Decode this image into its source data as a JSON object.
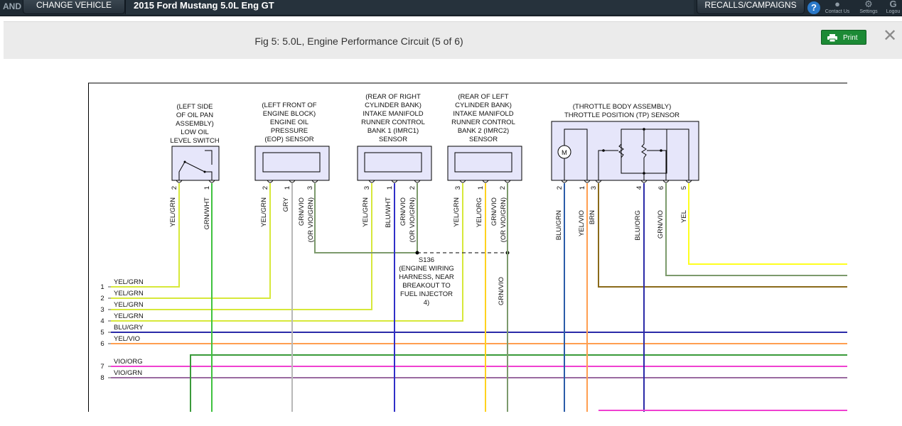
{
  "topbar": {
    "brand_fragment": "AND",
    "change_vehicle_label": "CHANGE VEHICLE",
    "vehicle_name": "2015 Ford Mustang 5.0L Eng GT",
    "recalls_label": "RECALLS/CAMPAIGNS",
    "help_label": "?",
    "contact_label": "Contact Us",
    "settings_label": "Settings",
    "logout_label": "Logou"
  },
  "figure": {
    "title": "Fig 5: 5.0L, Engine Performance Circuit (5 of 6)",
    "print_label": "Print",
    "close_label": "✕"
  },
  "diagram": {
    "components": {
      "oil_switch": [
        "(LEFT SIDE",
        "OF OIL PAN",
        "ASSEMBLY)",
        "LOW OIL",
        "LEVEL SWITCH"
      ],
      "eop_sensor": [
        "(LEFT FRONT OF",
        "ENGINE BLOCK)",
        "ENGINE OIL",
        "PRESSURE",
        "(EOP) SENSOR"
      ],
      "imrc1_sensor": [
        "(REAR OF RIGHT",
        "CYLINDER BANK)",
        "INTAKE MANIFOLD",
        "RUNNER CONTROL",
        "BANK 1 (IMRC1)",
        "SENSOR"
      ],
      "imrc2_sensor": [
        "(REAR OF LEFT",
        "CYLINDER BANK)",
        "INTAKE MANIFOLD",
        "RUNNER CONTROL",
        "BANK 2 (IMRC2)",
        "SENSOR"
      ],
      "tp_sensor": [
        "(THROTTLE BODY ASSEMBLY)",
        "THROTTLE POSITION (TP) SENSOR"
      ]
    },
    "motor_symbol": "M",
    "splice": [
      "S136",
      "(ENGINE WIRING",
      "HARNESS, NEAR",
      "BREAKOUT TO",
      "FUEL INJECTOR",
      "4)"
    ],
    "pins": {
      "oil_switch": [
        "2",
        "1"
      ],
      "eop_sensor": [
        "2",
        "1",
        "3"
      ],
      "imrc1_sensor": [
        "3",
        "1",
        "2"
      ],
      "imrc2_sensor": [
        "3",
        "1",
        "2"
      ],
      "tp_sensor": [
        "2",
        "1",
        "3",
        "4",
        "6",
        "5"
      ]
    },
    "wire_labels": {
      "oil_switch": [
        "YEL/GRN",
        "GRN/WHT"
      ],
      "eop_sensor": [
        "YEL/GRN",
        "GRY",
        "GRN/VIO",
        "(OR VIO/GRN)"
      ],
      "imrc1_sensor": [
        "YEL/GRN",
        "BLU/WHT",
        "GRN/VIO",
        "(OR VIO/GRN)"
      ],
      "imrc2_sensor": [
        "YEL/GRN",
        "YEL/ORG",
        "GRN/VIO",
        "(OR VIO/GRN)"
      ],
      "imrc2_lower": "GRN/VIO",
      "tp_sensor": [
        "BLU/GRN",
        "YEL/VIO",
        "BRN",
        "BLU/ORG",
        "GRN/VIO",
        "YEL"
      ]
    },
    "bus_lines": [
      {
        "num": "1",
        "label": "YEL/GRN",
        "color": "#d7e83a"
      },
      {
        "num": "2",
        "label": "YEL/GRN",
        "color": "#d7e83a"
      },
      {
        "num": "3",
        "label": "YEL/GRN",
        "color": "#d7e83a"
      },
      {
        "num": "4",
        "label": "YEL/GRN",
        "color": "#d7e83a"
      },
      {
        "num": "5",
        "label": "BLU/GRY",
        "color": "#3a3aa8"
      },
      {
        "num": "6",
        "label": "YEL/VIO",
        "color": "#f0a060"
      },
      {
        "num": "7",
        "label": "VIO/ORG",
        "color": "#e040c0"
      },
      {
        "num": "8",
        "label": "VIO/GRN",
        "color": "#a06aa8"
      }
    ],
    "wire_colors": {
      "yel_grn": "#d7e83a",
      "grn_wht": "#3fc23f",
      "gry": "#b8b8b8",
      "grn_vio": "#7c9a6c",
      "blu_wht": "#2f2fc8",
      "yel_org": "#ffd21e",
      "blu_grn": "#2a5ca8",
      "yel_vio": "#ff9e50",
      "brn": "#8a6a1a",
      "blu_org": "#2a2aa8",
      "yel": "#ffff20",
      "grn": "#3a9a3a",
      "magenta": "#f040d0"
    }
  }
}
